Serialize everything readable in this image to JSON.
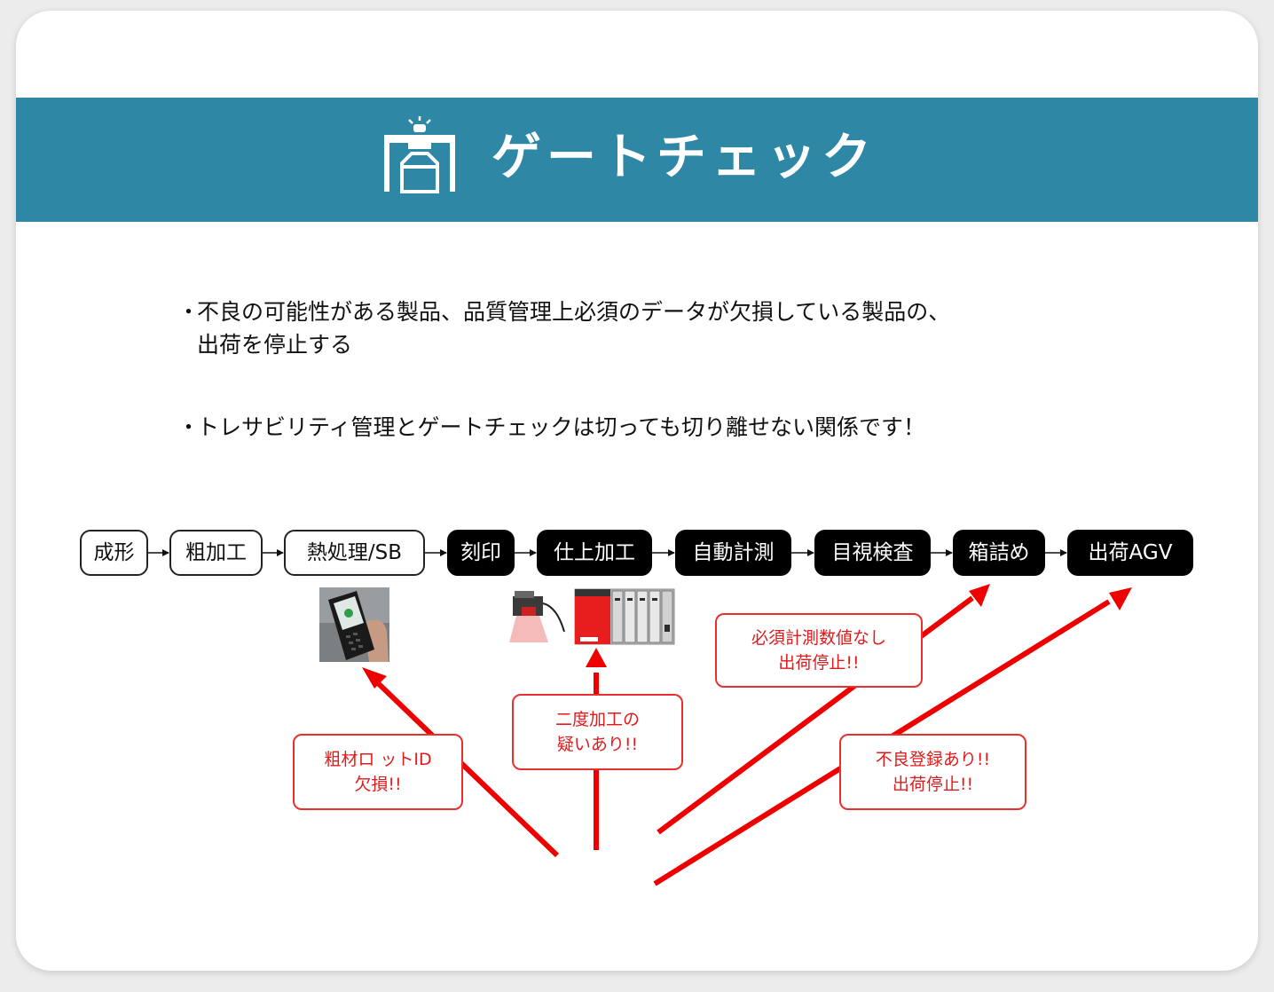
{
  "header": {
    "title": "ゲートチェック",
    "color": "#2e87a5",
    "icon": "gate-icon"
  },
  "bullets": [
    {
      "dot": "・",
      "line1": "不良の可能性がある製品、品質管理上必須のデータが欠損している製品の、",
      "line2": "出荷を停止する"
    },
    {
      "dot": "・",
      "line1": "トレサビリティ管理とゲートチェックは切っても切り離せない関係です！"
    }
  ],
  "process": {
    "steps": [
      {
        "label": "成形",
        "style": "white"
      },
      {
        "label": "粗加工",
        "style": "white"
      },
      {
        "label": "熱処理/SB",
        "style": "white"
      },
      {
        "label": "刻印",
        "style": "black"
      },
      {
        "label": "仕上加工",
        "style": "black"
      },
      {
        "label": "自動計測",
        "style": "black"
      },
      {
        "label": "目視検査",
        "style": "black"
      },
      {
        "label": "箱詰め",
        "style": "black"
      },
      {
        "label": "出荷AGV",
        "style": "black"
      }
    ]
  },
  "devices": {
    "scanner": "handheld-scanner-image",
    "plc": "code-reader-and-plc-image"
  },
  "callouts": {
    "lot": {
      "line1": "粗材ロ ットID",
      "line2": "欠損!!"
    },
    "rework": {
      "line1": "二度加工の",
      "line2": "疑いあり!!"
    },
    "measure": {
      "line1": "必須計測数値なし",
      "line2": "出荷停止!!"
    },
    "defect": {
      "line1": "不良登録あり!!",
      "line2": "出荷停止!!"
    }
  },
  "colors": {
    "arrow": "#ee0000",
    "callout_border": "#e8312f",
    "callout_text": "#e01b1b"
  }
}
